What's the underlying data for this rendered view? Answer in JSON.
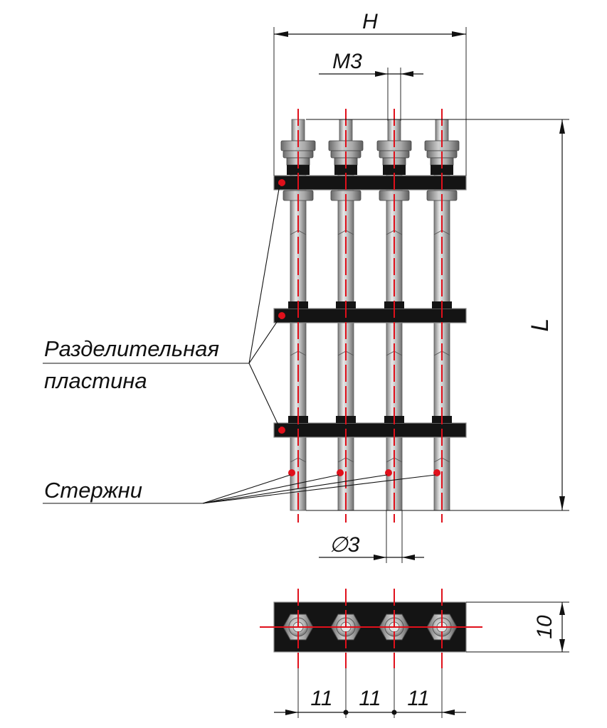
{
  "labels": {
    "width_dim": "H",
    "thread_dim": "M3",
    "length_dim": "L",
    "diameter_dim": "∅3",
    "plate_height_dim": "10",
    "pitch_1": "11",
    "pitch_2": "11",
    "pitch_3": "11",
    "plate_callout_line1": "Разделительная",
    "plate_callout_line2": "пластина",
    "rods_callout": "Стержни"
  },
  "colors": {
    "plate": "#141414",
    "rod": "#b8b8b8",
    "nut": "#9a9a9a",
    "axis": "#e0101b",
    "marker": "#e0101b"
  },
  "icons": {
    "nut_top_view": "hex-nut-icon"
  }
}
